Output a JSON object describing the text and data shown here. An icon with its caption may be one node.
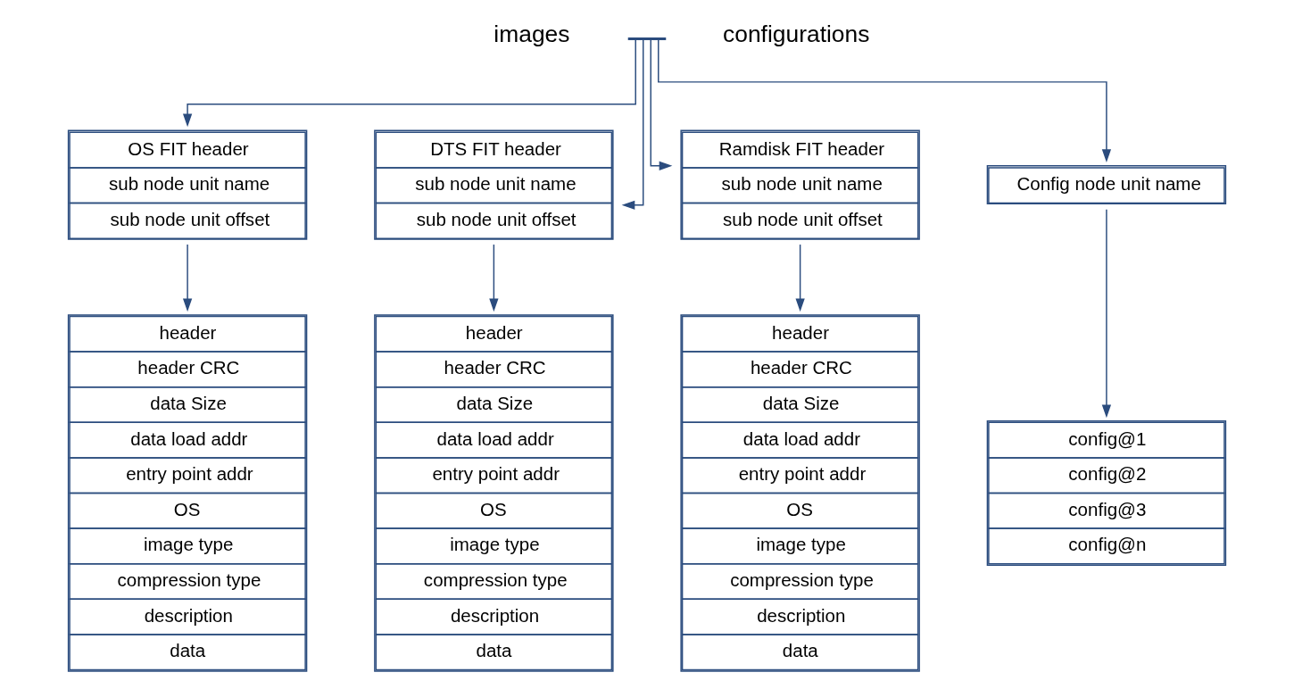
{
  "diagram": {
    "nodes": [
      {
        "text": [],
        "shape": "line"
      },
      {
        "text": [
          "OS FIT header",
          "sub node unit name",
          "sub node unit offset"
        ]
      },
      {
        "text": [
          "DTS FIT header",
          "sub node unit name",
          "sub node unit offset"
        ]
      },
      {
        "text": [
          "Ramdisk FIT header",
          "sub node unit name",
          "sub node unit offset"
        ]
      },
      {
        "text": [
          "Config node unit name"
        ]
      },
      {
        "text": [
          "header",
          "header CRC",
          "data Size",
          "data load addr",
          "entry point addr",
          "OS",
          "image type",
          "compression type",
          "description",
          "data"
        ]
      },
      {
        "text": [
          "header",
          "header CRC",
          "data Size",
          "data load addr",
          "entry point addr",
          "OS",
          "image type",
          "compression type",
          "description",
          "data"
        ]
      },
      {
        "text": [
          "header",
          "header CRC",
          "data Size",
          "data load addr",
          "entry point addr",
          "OS",
          "image type",
          "compression type",
          "description",
          "data"
        ]
      },
      {
        "text": [
          "config@1",
          "config@2",
          "config@3",
          "config@n"
        ]
      }
    ],
    "edges": [
      {
        "from": 0,
        "to": 1,
        "arrow": "to"
      },
      {
        "from": 0,
        "to": 2,
        "arrow": "to"
      },
      {
        "from": 0,
        "to": 3,
        "arrow": "to"
      },
      {
        "from": 0,
        "to": 4,
        "arrow": "to"
      },
      {
        "from": 1,
        "to": 5,
        "arrow": "to"
      },
      {
        "from": 2,
        "to": 6,
        "arrow": "to"
      },
      {
        "from": 3,
        "to": 7,
        "arrow": "to"
      },
      {
        "from": 4,
        "to": 8,
        "arrow": "to"
      }
    ],
    "labels": [
      "images",
      "configurations"
    ]
  }
}
